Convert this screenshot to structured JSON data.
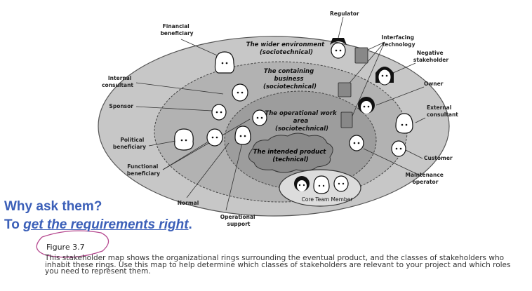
{
  "diagram": {
    "rings": {
      "wider_environment": [
        "The wider environment",
        "(sociotechnical)"
      ],
      "containing_business": [
        "The containing",
        "business",
        "(sociotechnical)"
      ],
      "operational_area": [
        "The operational work",
        "area",
        "(sociotechnical)"
      ],
      "intended_product": [
        "The intended product",
        "(technical)"
      ]
    },
    "core_team_label": "Core Team Member",
    "labels": {
      "regulator": "Regulator",
      "financial_beneficiary": [
        "Financial",
        "beneficiary"
      ],
      "interfacing_technology": [
        "Interfacing",
        "technology"
      ],
      "negative_stakeholder": [
        "Negative",
        "stakeholder"
      ],
      "owner": "Owner",
      "external_consultant": [
        "External",
        "consultant"
      ],
      "customer": "Customer",
      "maintenance_operator": [
        "Maintenance",
        "operator"
      ],
      "internal_consultant": [
        "Internal",
        "consultant"
      ],
      "sponsor": "Sponsor",
      "political_beneficiary": [
        "Political",
        "beneficiary"
      ],
      "functional_beneficiary": [
        "Functional",
        "beneficiary"
      ],
      "normal": "Normal",
      "operational_support": [
        "Operational",
        "support"
      ]
    }
  },
  "overlay": {
    "line1": "Why ask them?",
    "line2_prefix": "To ",
    "line2_emphasis": "get the requirements right",
    "line2_suffix": "."
  },
  "figure": {
    "title": "Figure 3.7",
    "caption": "This stakeholder map shows the organizational rings surrounding the eventual product, and the classes of stakeholders who inhabit these rings. Use this map to help determine which classes of stakeholders are relevant to your project and which roles you need to represent them."
  },
  "colors": {
    "outer_ring": "#c7c7c7",
    "middle_ring": "#b2b2b2",
    "inner_ring": "#9d9d9d",
    "product_cloud": "#8a8a8a",
    "core_team": "#dcdcdc",
    "overlay_text": "#3b5fb8",
    "annotation_circle": "#b5488f"
  }
}
